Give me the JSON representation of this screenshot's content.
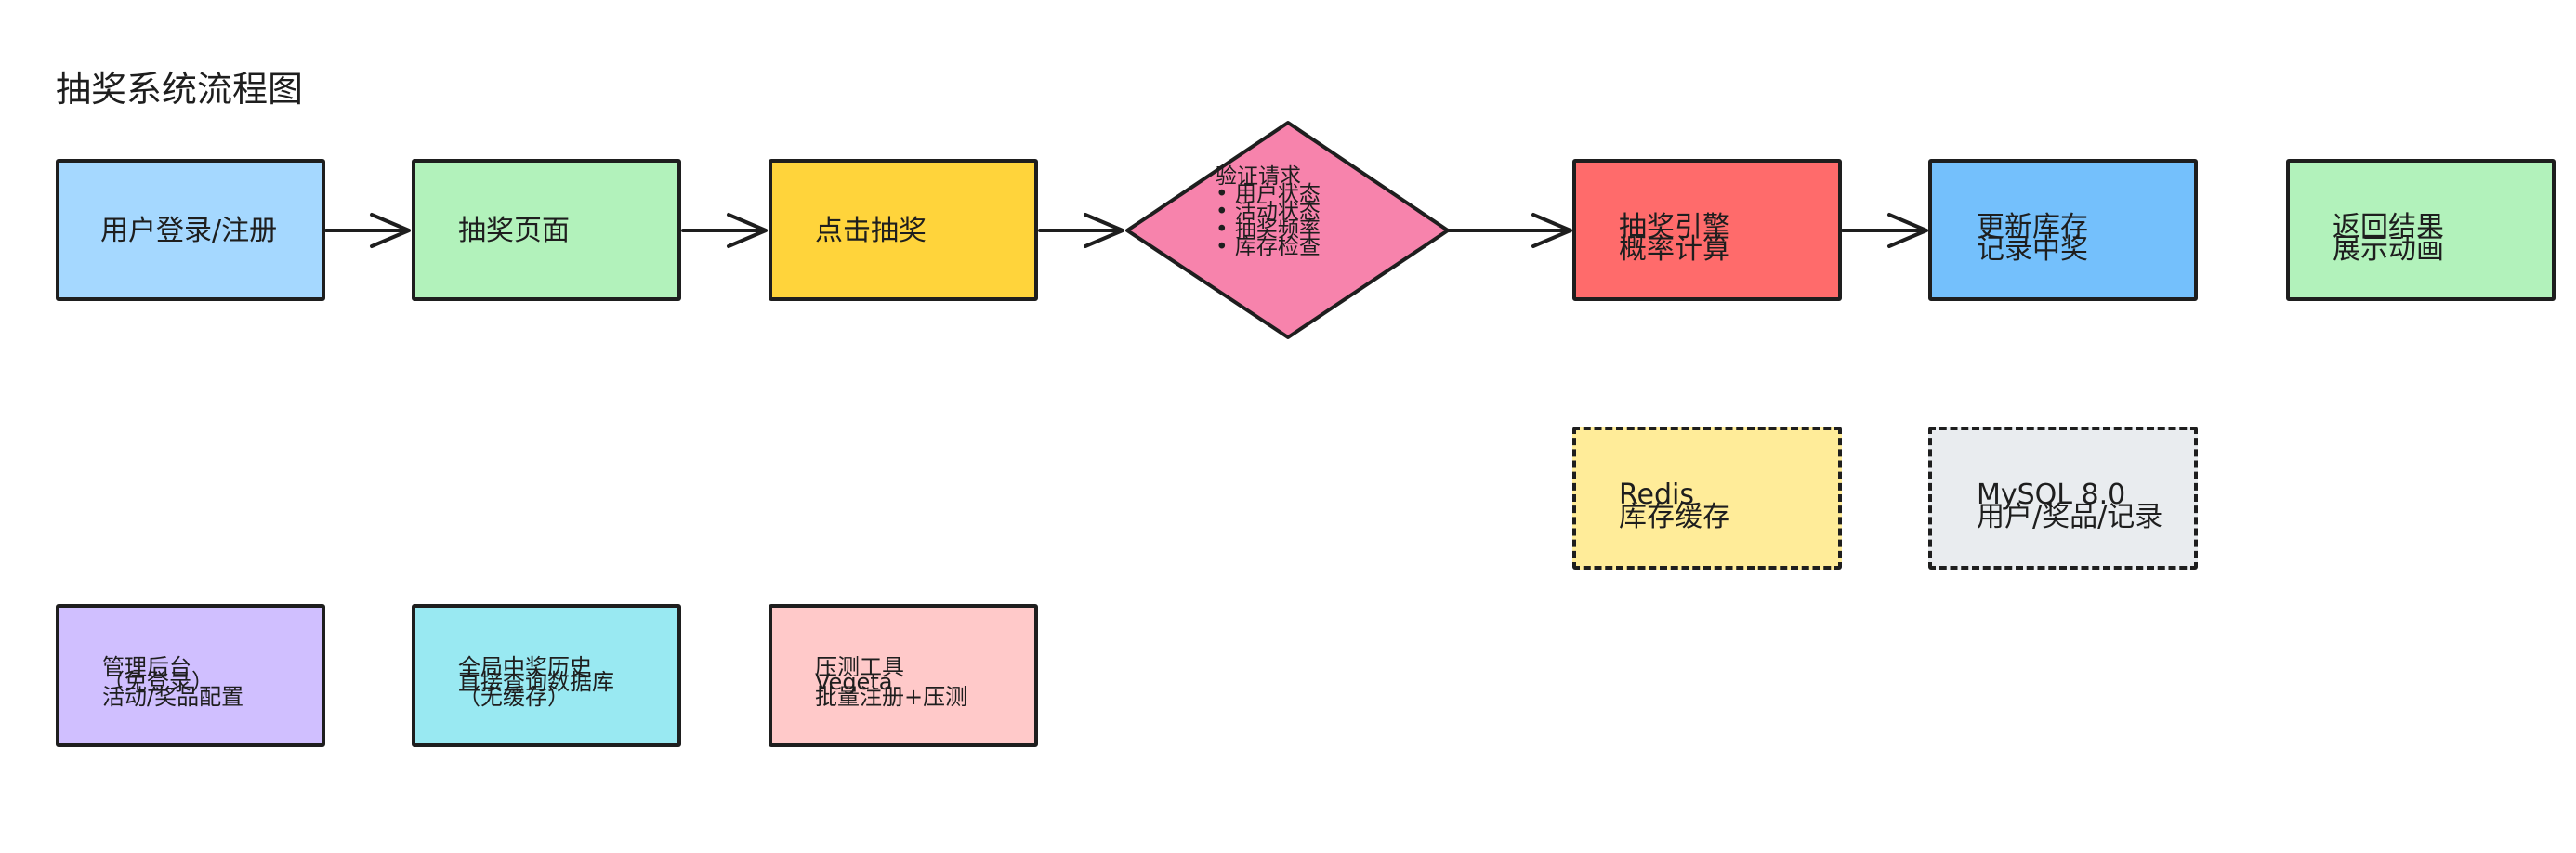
{
  "title": "抽奖系统流程图",
  "colors": {
    "login": "#a5d8ff",
    "page": "#b2f2bb",
    "click": "#ffd43b",
    "verify": "#f783ac",
    "engine": "#ff6b6b",
    "update": "#74c0fc",
    "result": "#b2f2bb",
    "redis": "#ffec99",
    "mysql": "#e9ecef",
    "admin": "#d0bfff",
    "history": "#99e9f2",
    "stress": "#ffc9c9",
    "stroke": "#1e1e1e"
  },
  "nodes": {
    "login": {
      "lines": [
        "用户登录/注册"
      ]
    },
    "page": {
      "lines": [
        "抽奖页面"
      ]
    },
    "click": {
      "lines": [
        "点击抽奖"
      ]
    },
    "verify": {
      "lines": [
        "验证请求",
        "• 用户状态",
        "• 活动状态",
        "• 抽奖频率",
        "• 库存检查"
      ]
    },
    "engine": {
      "lines": [
        "抽奖引擎",
        "概率计算"
      ]
    },
    "update": {
      "lines": [
        "更新库存",
        "记录中奖"
      ]
    },
    "result": {
      "lines": [
        "返回结果",
        "展示动画"
      ]
    },
    "redis": {
      "lines": [
        "Redis",
        "库存缓存"
      ]
    },
    "mysql": {
      "lines": [
        "MySQL 8.0",
        "用户/奖品/记录"
      ]
    },
    "admin": {
      "lines": [
        "管理后台",
        "（免登录）",
        "活动/奖品配置"
      ]
    },
    "history": {
      "lines": [
        "全局中奖历史",
        "直接查询数据库",
        "（无缓存）"
      ]
    },
    "stress": {
      "lines": [
        "压测工具",
        "Vegeta",
        "批量注册+压测"
      ]
    }
  }
}
